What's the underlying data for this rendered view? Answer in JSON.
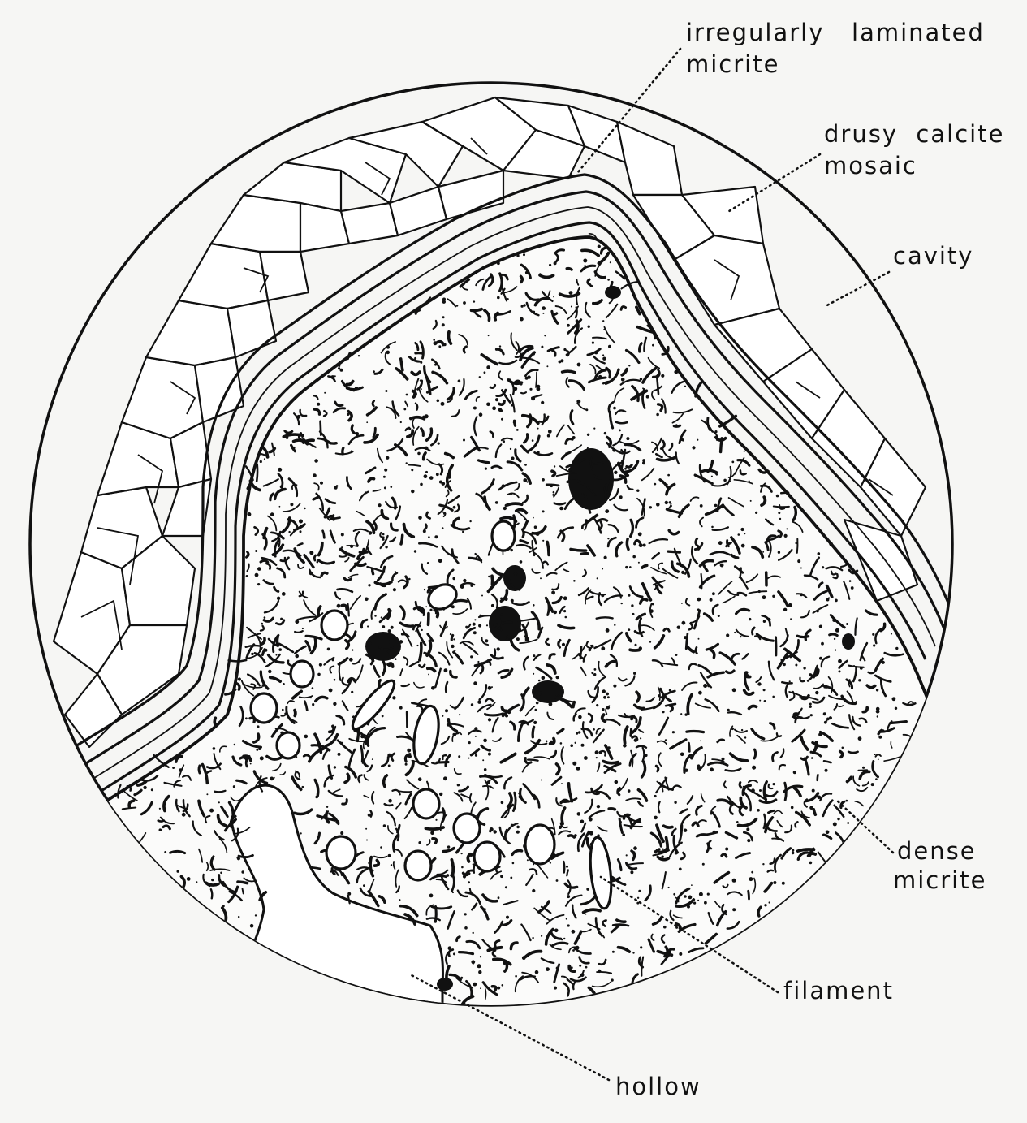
{
  "figure": {
    "background": "#f6f6f4",
    "ink": "#111111"
  },
  "labels": {
    "irregularly_laminated": "irregularly   laminated",
    "micrite_top": "micrite",
    "drusy_calcite": "drusy  calcite",
    "mosaic": "mosaic",
    "cavity": "cavity",
    "dense": "dense",
    "micrite_dense": "micrite",
    "filament": "filament",
    "hollow": "hollow"
  }
}
